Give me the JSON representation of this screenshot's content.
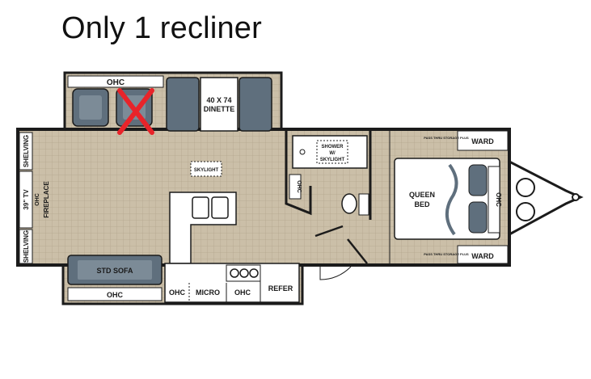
{
  "caption": "Only 1 recliner",
  "labels": {
    "ohc_top": "OHC",
    "dinette": "40 X 74",
    "dinette2": "DINETTE",
    "skylight": "SKYLIGHT",
    "shower1": "SHOWER",
    "shower2": "W/",
    "shower3": "SKYLIGHT",
    "shelving_top": "SHELVING",
    "shelving_bottom": "SHELVING",
    "tv": "39\" TV",
    "fireplace": "FIREPLACE",
    "fireplace_ohc": "OHC",
    "bath_ohc": "OHC",
    "queen": "QUEEN",
    "bed": "BED",
    "bed_ohc": "OHC",
    "ward_top": "WARD",
    "ward_bottom": "WARD",
    "storage_top": "PASS THRU STORAGE PLUS",
    "storage_bottom": "PASS THRU STORAGE PLUS",
    "sofa": "STD SOFA",
    "ohc_sofa": "OHC",
    "ohc_micro_left": "OHC",
    "micro": "MICRO",
    "ohc_kitchen": "OHC",
    "refer": "REFER"
  },
  "colors": {
    "floor": "#cbbfa8",
    "grid": "#b3a68e",
    "furniture": "#5f6f7d",
    "wall": "#1b1b1b",
    "strike": "#e8242a"
  }
}
